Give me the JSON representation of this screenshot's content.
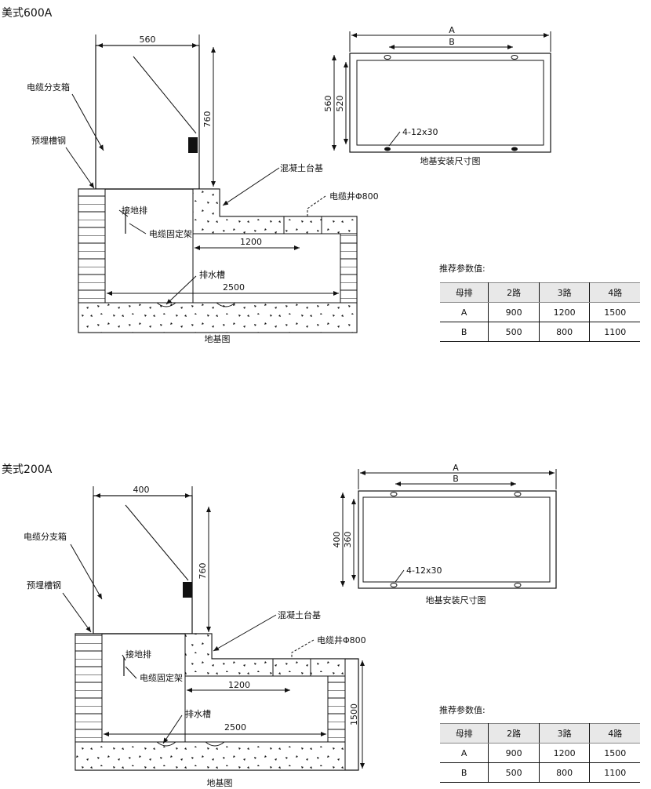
{
  "sections": [
    {
      "title": "美式600A",
      "width_dim": "560",
      "height_dim": "760",
      "labels": {
        "cabinet": "电缆分支箱",
        "steel": "预埋槽钢",
        "ground": "接地排",
        "holder": "电缆固定架",
        "concrete": "混凝土台基",
        "well": "电缆井Φ800",
        "drain": "排水槽",
        "d1200": "1200",
        "d2500": "2500",
        "caption": "地基图"
      },
      "mount": {
        "A": "A",
        "B": "B",
        "outer": "560",
        "inner": "520",
        "holes": "4-12x30",
        "caption": "地基安装尺寸图"
      },
      "params_title": "推荐参数值:",
      "params_header": [
        "母排",
        "2路",
        "3路",
        "4路"
      ],
      "params_rows": [
        [
          "A",
          "900",
          "1200",
          "1500"
        ],
        [
          "B",
          "500",
          "800",
          "1100"
        ]
      ]
    },
    {
      "title": "美式200A",
      "width_dim": "400",
      "height_dim": "760",
      "labels": {
        "cabinet": "电缆分支箱",
        "steel": "预埋槽钢",
        "ground": "接地排",
        "holder": "电缆固定架",
        "concrete": "混凝土台基",
        "well": "电缆井Φ800",
        "drain": "排水槽",
        "d1200": "1200",
        "d2500": "2500",
        "d1500": "1500",
        "caption": "地基图"
      },
      "mount": {
        "A": "A",
        "B": "B",
        "outer": "400",
        "inner": "360",
        "holes": "4-12x30",
        "caption": "地基安装尺寸图"
      },
      "params_title": "推荐参数值:",
      "params_header": [
        "母排",
        "2路",
        "3路",
        "4路"
      ],
      "params_rows": [
        [
          "A",
          "900",
          "1200",
          "1500"
        ],
        [
          "B",
          "500",
          "800",
          "1100"
        ]
      ]
    }
  ]
}
